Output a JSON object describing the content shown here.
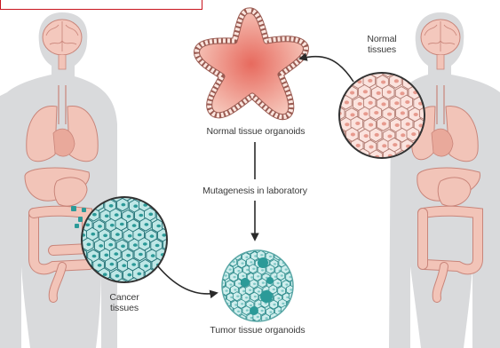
{
  "labels": {
    "normal_tissues": "Normal\ntissues",
    "normal_tissue_organoids": "Normal tissue organoids",
    "mutagenesis": "Mutagenesis in laboratory",
    "cancer_tissues": "Cancer\ntissues",
    "tumor_tissue_organoids": "Tumor tissue organoids"
  },
  "colors": {
    "silhouette": "#d9dadc",
    "organ": "#f2c4b8",
    "organ_stroke": "#c9857a",
    "cancer_cell": "#bfe7e6",
    "cancer_stroke": "#1f6f73",
    "cancer_nucleus": "#2b9a98",
    "normal_cell": "#fbe3de",
    "arrow": "#2a2a2a",
    "frame_red": "#c8141e"
  },
  "icons": {
    "left_figure": "human-body-cancer-icon",
    "right_figure": "human-body-normal-icon",
    "normal_organoid": "star-organoid-icon",
    "tumor_organoid": "sphere-organoid-icon"
  }
}
